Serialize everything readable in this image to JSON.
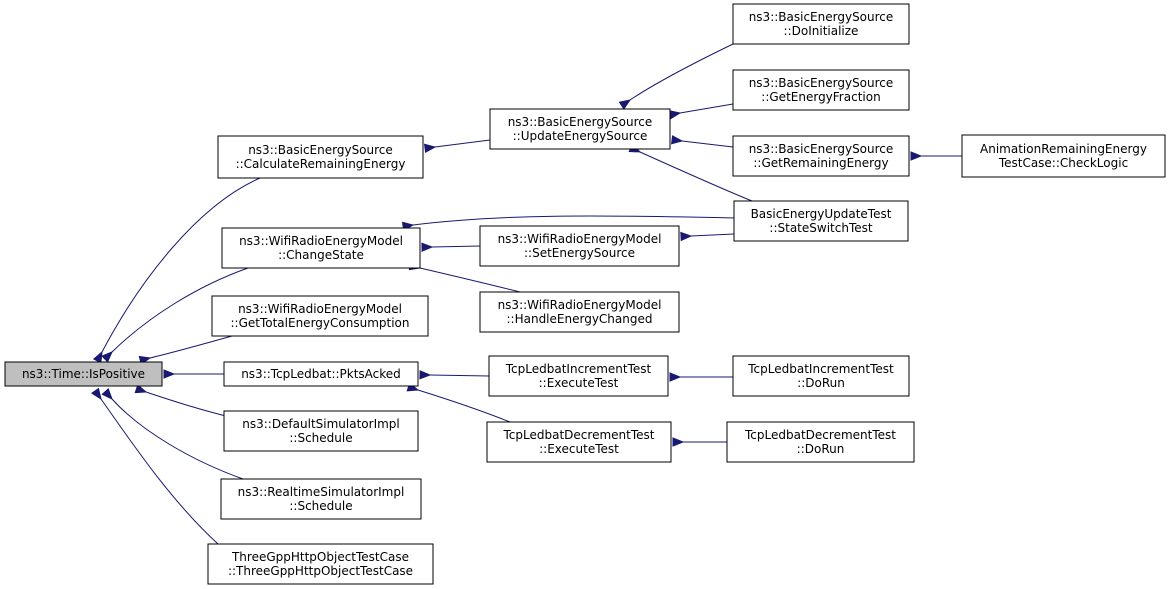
{
  "nodes": [
    {
      "id": "root",
      "lines": [
        "ns3::Time::IsPositive"
      ],
      "root": true
    },
    {
      "id": "calc",
      "lines": [
        "ns3::BasicEnergySource",
        "::CalculateRemainingEnergy"
      ]
    },
    {
      "id": "wrem_change",
      "lines": [
        "ns3::WifiRadioEnergyModel",
        "::ChangeState"
      ]
    },
    {
      "id": "wrem_total",
      "lines": [
        "ns3::WifiRadioEnergyModel",
        "::GetTotalEnergyConsumption"
      ]
    },
    {
      "id": "ledbat_pkts",
      "lines": [
        "ns3::TcpLedbat::PktsAcked"
      ]
    },
    {
      "id": "default_sched",
      "lines": [
        "ns3::DefaultSimulatorImpl",
        "::Schedule"
      ]
    },
    {
      "id": "realtime_sched",
      "lines": [
        "ns3::RealtimeSimulatorImpl",
        "::Schedule"
      ]
    },
    {
      "id": "threegpp",
      "lines": [
        "ThreeGppHttpObjectTestCase",
        "::ThreeGppHttpObjectTestCase"
      ]
    },
    {
      "id": "update_src",
      "lines": [
        "ns3::BasicEnergySource",
        "::UpdateEnergySource"
      ]
    },
    {
      "id": "set_src",
      "lines": [
        "ns3::WifiRadioEnergyModel",
        "::SetEnergySource"
      ]
    },
    {
      "id": "handle_changed",
      "lines": [
        "ns3::WifiRadioEnergyModel",
        "::HandleEnergyChanged"
      ]
    },
    {
      "id": "inc_exec",
      "lines": [
        "TcpLedbatIncrementTest",
        "::ExecuteTest"
      ]
    },
    {
      "id": "dec_exec",
      "lines": [
        "TcpLedbatDecrementTest",
        "::ExecuteTest"
      ]
    },
    {
      "id": "do_init",
      "lines": [
        "ns3::BasicEnergySource",
        "::DoInitialize"
      ]
    },
    {
      "id": "get_frac",
      "lines": [
        "ns3::BasicEnergySource",
        "::GetEnergyFraction"
      ]
    },
    {
      "id": "get_rem",
      "lines": [
        "ns3::BasicEnergySource",
        "::GetRemainingEnergy"
      ]
    },
    {
      "id": "state_switch",
      "lines": [
        "BasicEnergyUpdateTest",
        "::StateSwitchTest"
      ]
    },
    {
      "id": "inc_run",
      "lines": [
        "TcpLedbatIncrementTest",
        "::DoRun"
      ]
    },
    {
      "id": "dec_run",
      "lines": [
        "TcpLedbatDecrementTest",
        "::DoRun"
      ]
    },
    {
      "id": "anim_check",
      "lines": [
        "AnimationRemainingEnergy",
        "TestCase::CheckLogic"
      ]
    }
  ],
  "edges": [
    {
      "from": "calc",
      "to": "root"
    },
    {
      "from": "wrem_change",
      "to": "root"
    },
    {
      "from": "wrem_total",
      "to": "root"
    },
    {
      "from": "ledbat_pkts",
      "to": "root"
    },
    {
      "from": "default_sched",
      "to": "root"
    },
    {
      "from": "realtime_sched",
      "to": "root"
    },
    {
      "from": "threegpp",
      "to": "root"
    },
    {
      "from": "update_src",
      "to": "calc"
    },
    {
      "from": "set_src",
      "to": "wrem_change"
    },
    {
      "from": "handle_changed",
      "to": "wrem_change"
    },
    {
      "from": "state_switch",
      "to": "wrem_change"
    },
    {
      "from": "inc_exec",
      "to": "ledbat_pkts"
    },
    {
      "from": "dec_exec",
      "to": "ledbat_pkts"
    },
    {
      "from": "do_init",
      "to": "update_src"
    },
    {
      "from": "get_frac",
      "to": "update_src"
    },
    {
      "from": "get_rem",
      "to": "update_src"
    },
    {
      "from": "state_switch",
      "to": "update_src"
    },
    {
      "from": "state_switch",
      "to": "set_src"
    },
    {
      "from": "anim_check",
      "to": "get_rem"
    },
    {
      "from": "inc_run",
      "to": "inc_exec"
    },
    {
      "from": "dec_run",
      "to": "dec_exec"
    }
  ],
  "colors": {
    "edge": "#191970",
    "root_fill": "#bfbfbf",
    "node_fill": "#ffffff",
    "node_stroke": "#000000"
  }
}
